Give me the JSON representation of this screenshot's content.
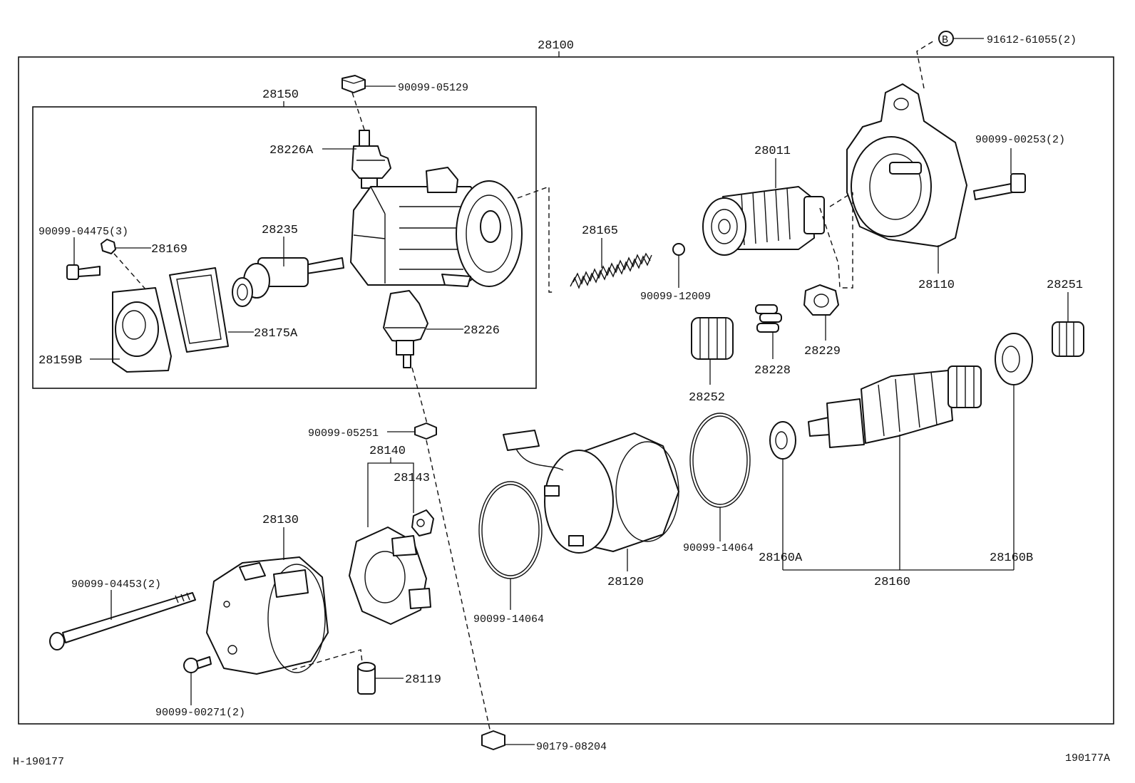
{
  "diagram": {
    "labels": {
      "assembly": "28100",
      "bolt_top_right": "91612-61055(2)",
      "bolt_top_right_mark": "B",
      "magnet_switch": "28150",
      "terminal_nut_top": "90099-05129",
      "terminal_bolt_a": "28226A",
      "screw_cover": "90099-04475(3)",
      "clip": "28169",
      "plunger": "28235",
      "gasket": "28175A",
      "cover": "28159B",
      "terminal_bolt": "28226",
      "spring": "28165",
      "ball": "90099-12009",
      "clutch": "28011",
      "housing": "28110",
      "housing_bolt": "90099-00253(2)",
      "idler_gear": "28251",
      "gear": "28252",
      "rollers": "28228",
      "retainer": "28229",
      "nut_mid": "90099-05251",
      "brush_holder": "28140",
      "brush_spring": "28143",
      "end_frame": "28130",
      "through_bolt": "90099-04453(2)",
      "screw_end": "90099-00271(2)",
      "insulator": "28119",
      "yoke": "28120",
      "o_ring_left": "90099-14064",
      "o_ring_right": "90099-14064",
      "bearing_a": "28160A",
      "armature": "28160",
      "bearing_b": "28160B",
      "nut_bottom": "90179-08204"
    },
    "footer": {
      "left": "H-190177",
      "right": "190177A"
    }
  }
}
